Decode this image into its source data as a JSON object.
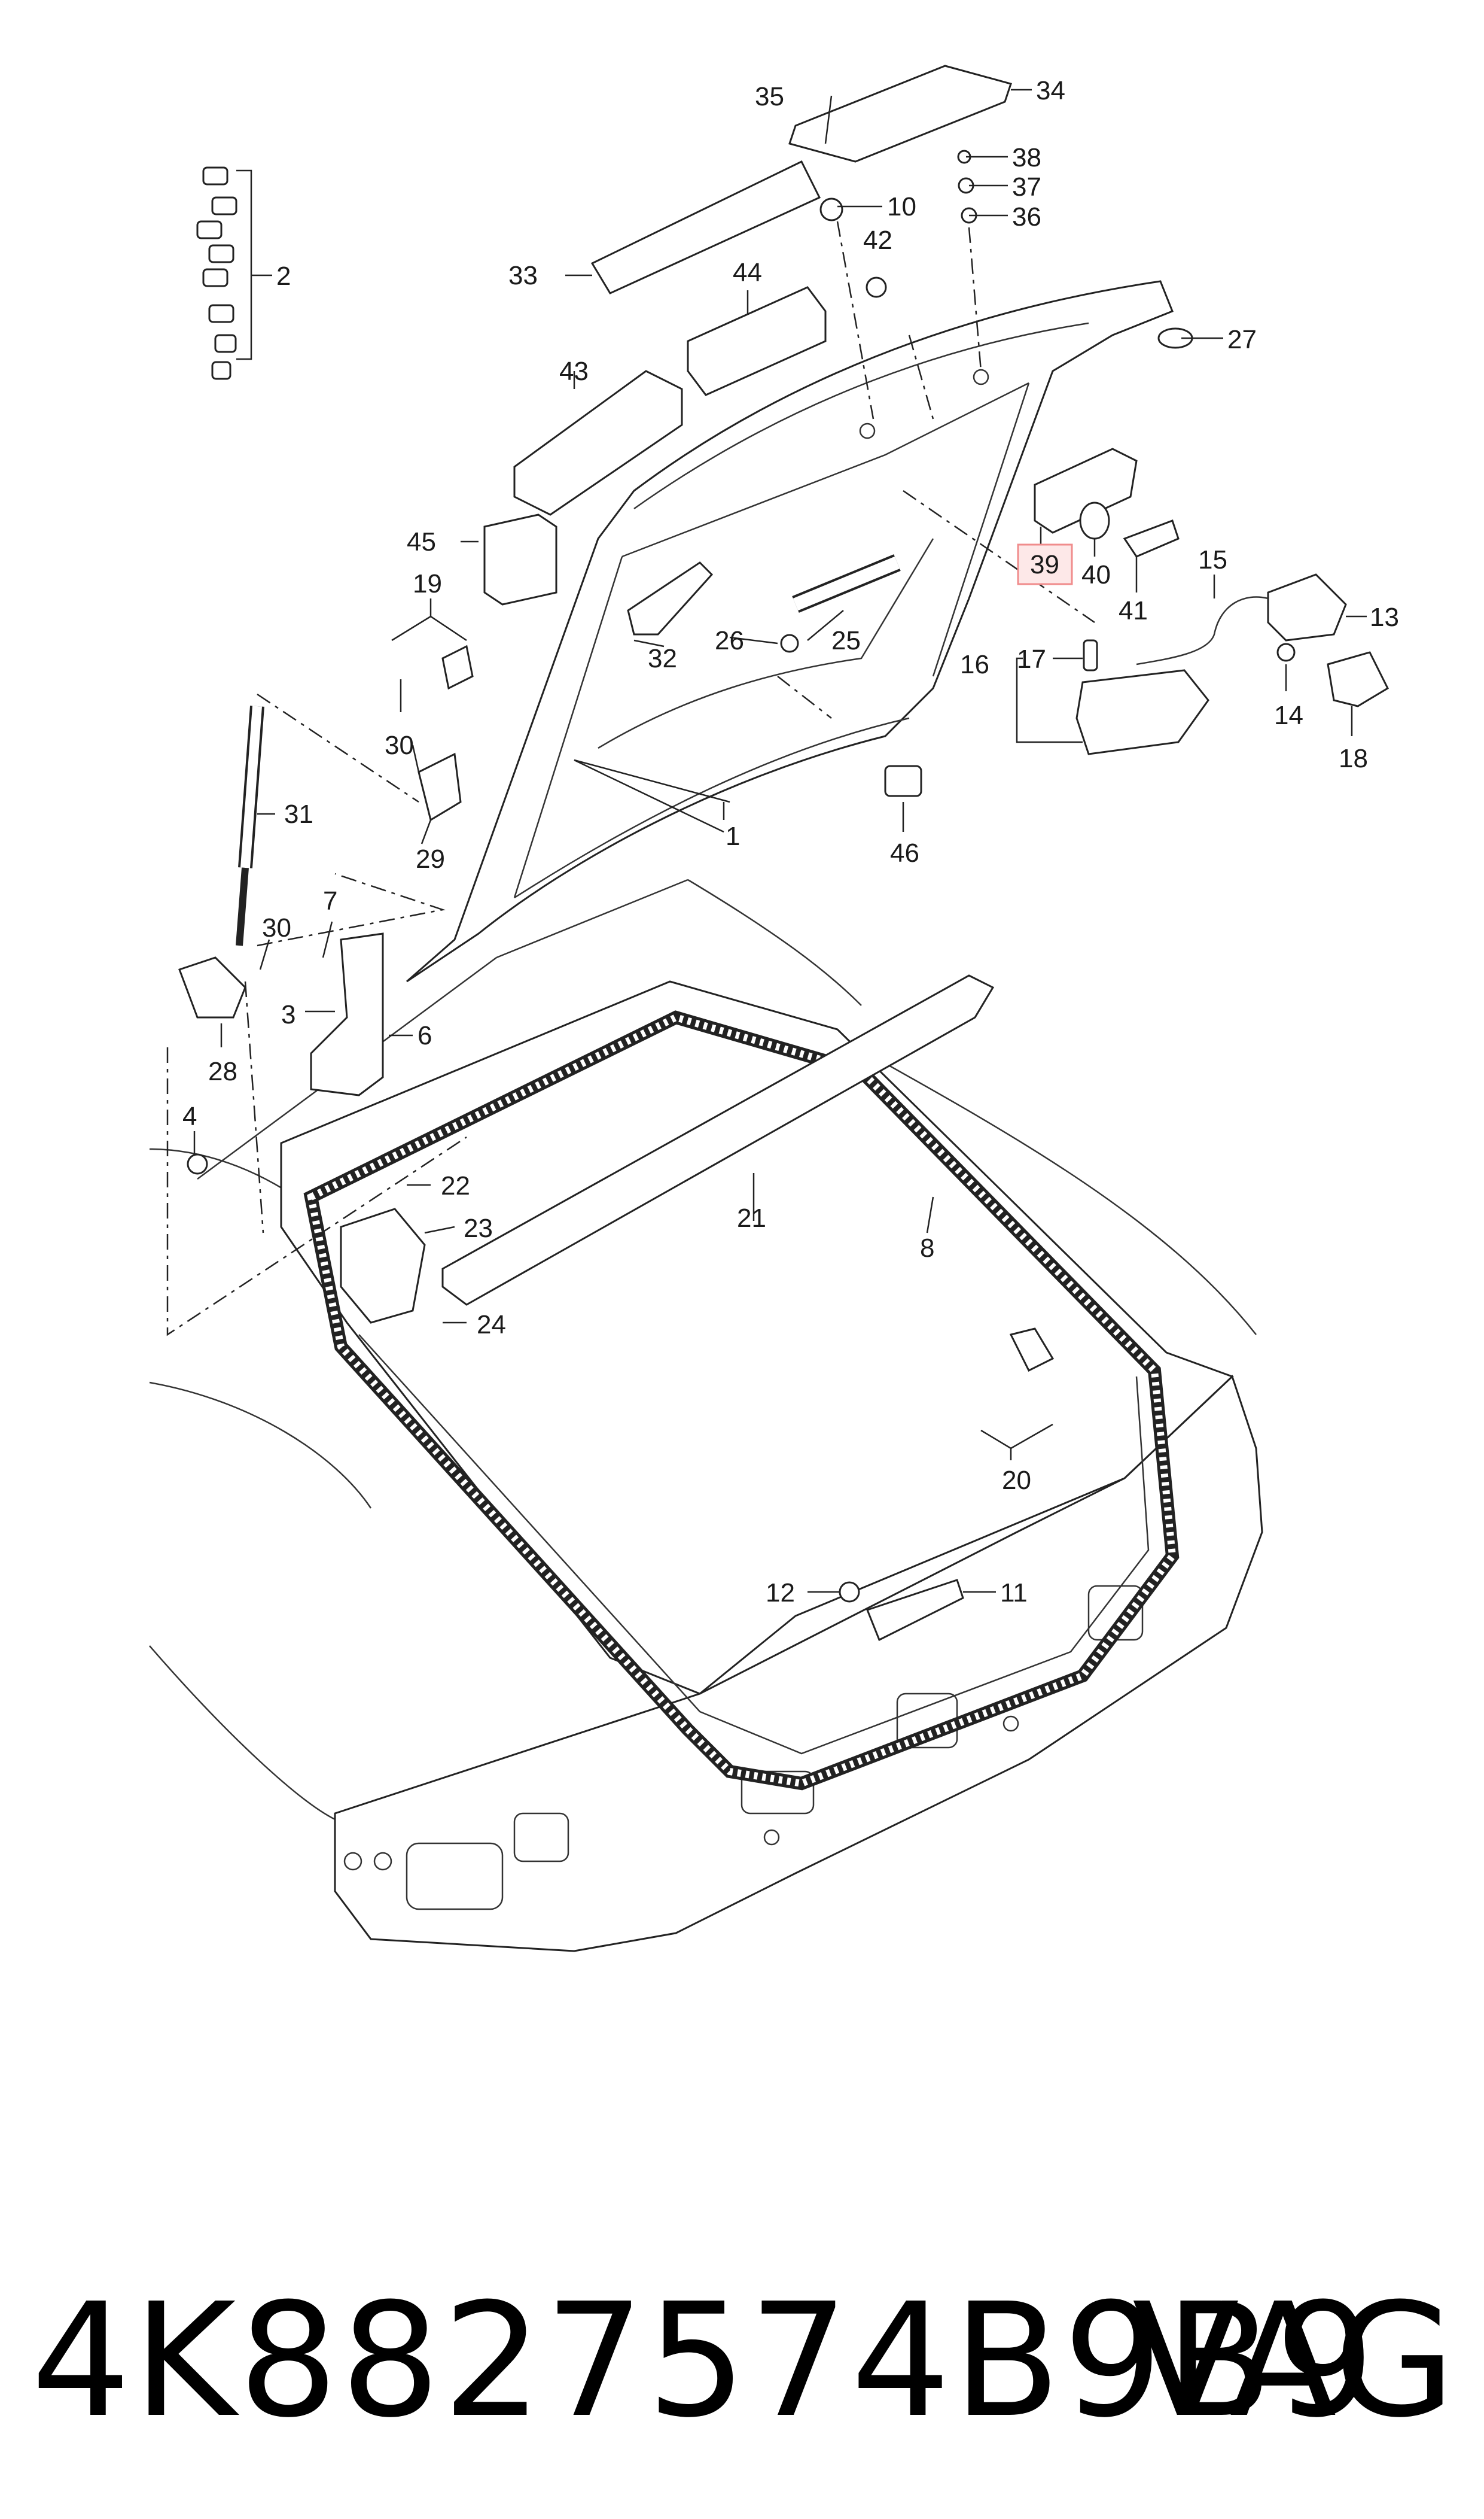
{
  "diagram": {
    "callouts": [
      {
        "id": "c1",
        "text": "1"
      },
      {
        "id": "c2",
        "text": "2"
      },
      {
        "id": "c3",
        "text": "3"
      },
      {
        "id": "c4",
        "text": "4"
      },
      {
        "id": "c6",
        "text": "6"
      },
      {
        "id": "c7",
        "text": "7"
      },
      {
        "id": "c8",
        "text": "8"
      },
      {
        "id": "c10",
        "text": "10"
      },
      {
        "id": "c11",
        "text": "11"
      },
      {
        "id": "c12",
        "text": "12"
      },
      {
        "id": "c13",
        "text": "13"
      },
      {
        "id": "c14",
        "text": "14"
      },
      {
        "id": "c15",
        "text": "15"
      },
      {
        "id": "c16",
        "text": "16"
      },
      {
        "id": "c17",
        "text": "17"
      },
      {
        "id": "c18",
        "text": "18"
      },
      {
        "id": "c19",
        "text": "19"
      },
      {
        "id": "c20",
        "text": "20"
      },
      {
        "id": "c21",
        "text": "21"
      },
      {
        "id": "c22",
        "text": "22"
      },
      {
        "id": "c23",
        "text": "23"
      },
      {
        "id": "c24",
        "text": "24"
      },
      {
        "id": "c25",
        "text": "25"
      },
      {
        "id": "c26",
        "text": "26"
      },
      {
        "id": "c27",
        "text": "27"
      },
      {
        "id": "c28",
        "text": "28"
      },
      {
        "id": "c29",
        "text": "29"
      },
      {
        "id": "c30a",
        "text": "30"
      },
      {
        "id": "c30b",
        "text": "30"
      },
      {
        "id": "c31",
        "text": "31"
      },
      {
        "id": "c32",
        "text": "32"
      },
      {
        "id": "c33",
        "text": "33"
      },
      {
        "id": "c34",
        "text": "34"
      },
      {
        "id": "c35",
        "text": "35"
      },
      {
        "id": "c36",
        "text": "36"
      },
      {
        "id": "c37",
        "text": "37"
      },
      {
        "id": "c38",
        "text": "38"
      },
      {
        "id": "c39",
        "text": "39"
      },
      {
        "id": "c40",
        "text": "40"
      },
      {
        "id": "c41",
        "text": "41"
      },
      {
        "id": "c42",
        "text": "42"
      },
      {
        "id": "c43",
        "text": "43"
      },
      {
        "id": "c44",
        "text": "44"
      },
      {
        "id": "c45",
        "text": "45"
      },
      {
        "id": "c46",
        "text": "46"
      }
    ],
    "highlighted_callout": "39",
    "highlight_color": "#f08c8c",
    "line_color": "#222222"
  },
  "footer": {
    "part_number": "4K8827574B9B9",
    "brand": "VAG"
  }
}
